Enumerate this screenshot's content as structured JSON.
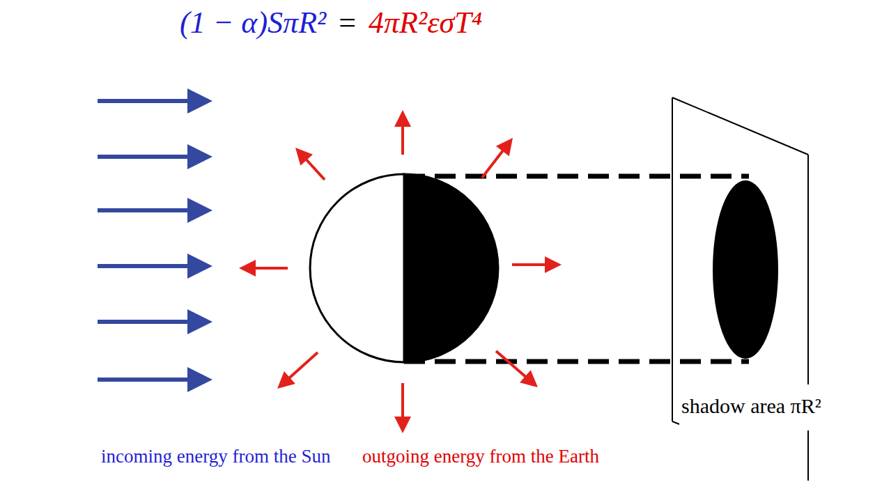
{
  "diagram": {
    "labels": [
      "(1 − α)SπR²",
      "=",
      "4πR²εσT⁴",
      "shadow area πR²",
      "incoming energy from the Sun",
      "outgoing energy from the Earth"
    ]
  }
}
